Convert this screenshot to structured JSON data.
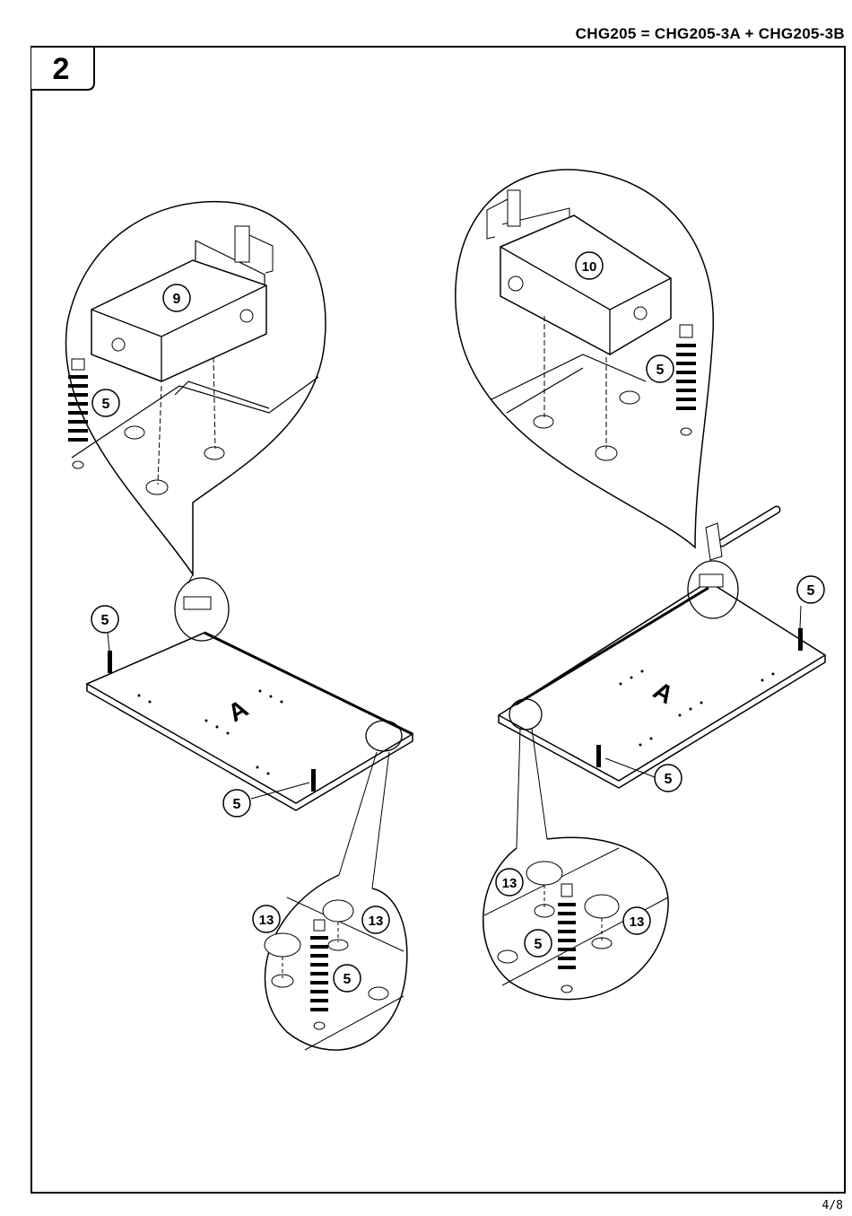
{
  "header": {
    "title": "CHG205  =  CHG205-3A  +  CHG205-3B"
  },
  "step": {
    "number": "2"
  },
  "panel_letter": "A",
  "callouts": {
    "part_9": "9",
    "part_10": "10",
    "part_5": "5",
    "part_13": "13"
  },
  "footer": {
    "page": "4/8"
  }
}
